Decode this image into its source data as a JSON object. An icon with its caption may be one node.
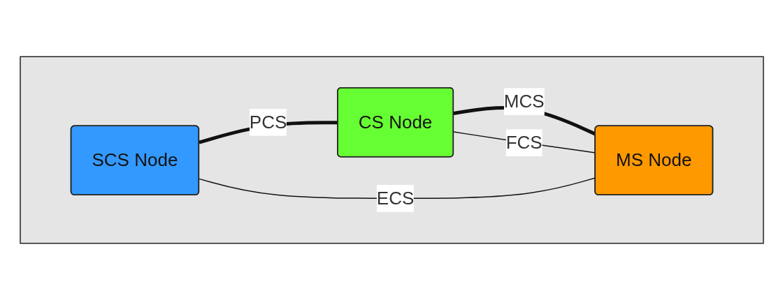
{
  "diagram": {
    "nodes": [
      {
        "text": [],
        "shape": "box"
      },
      {
        "text": [
          "SCS Node"
        ],
        "in": 0
      },
      {
        "text": [
          "CS Node"
        ],
        "in": 0
      },
      {
        "text": [
          "MS Node"
        ],
        "in": 0
      }
    ],
    "edges": [
      {
        "from": 1,
        "to": 2,
        "arrow": "none",
        "label": "PCS",
        "style": "thick"
      },
      {
        "from": 2,
        "to": 3,
        "arrow": "none",
        "label": "MCS",
        "style": "thick"
      },
      {
        "from": 2,
        "to": 3,
        "arrow": "none",
        "label": "FCS"
      },
      {
        "from": 1,
        "to": 3,
        "arrow": "none",
        "label": "ECS"
      }
    ]
  }
}
